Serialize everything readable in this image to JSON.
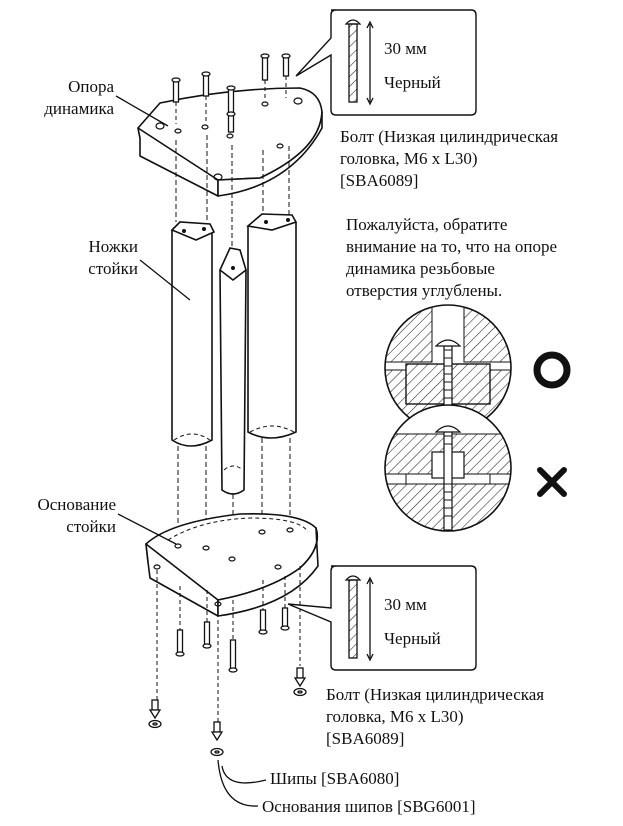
{
  "labels": {
    "speaker_support_line1": "Опора",
    "speaker_support_line2": "динамика",
    "stand_legs_line1": "Ножки",
    "stand_legs_line2": "стойки",
    "stand_base_line1": "Основание",
    "stand_base_line2": "стойки"
  },
  "bolt_callout_top": {
    "length": "30 мм",
    "color": "Черный",
    "desc_line1": "Болт (Низкая цилиндрическая",
    "desc_line2": "головка, M6 x L30)",
    "desc_line3": "[SBA6089]"
  },
  "note": {
    "line1": "Пожалуйста, обратите",
    "line2": "внимание на то, что на опоре",
    "line3": "динамика резьбовые",
    "line4": "отверстия углублены."
  },
  "bolt_callout_bottom": {
    "length": "30 мм",
    "color": "Черный",
    "desc_line1": "Болт (Низкая цилиндрическая",
    "desc_line2": "головка, M6 x L30)",
    "desc_line3": "[SBA6089]"
  },
  "spikes_label": "Шипы [SBA6080]",
  "spike_bases_label": "Основания шипов [SBG6001]",
  "icons": {
    "correct": "circle-correct-icon",
    "incorrect": "cross-incorrect-icon"
  }
}
